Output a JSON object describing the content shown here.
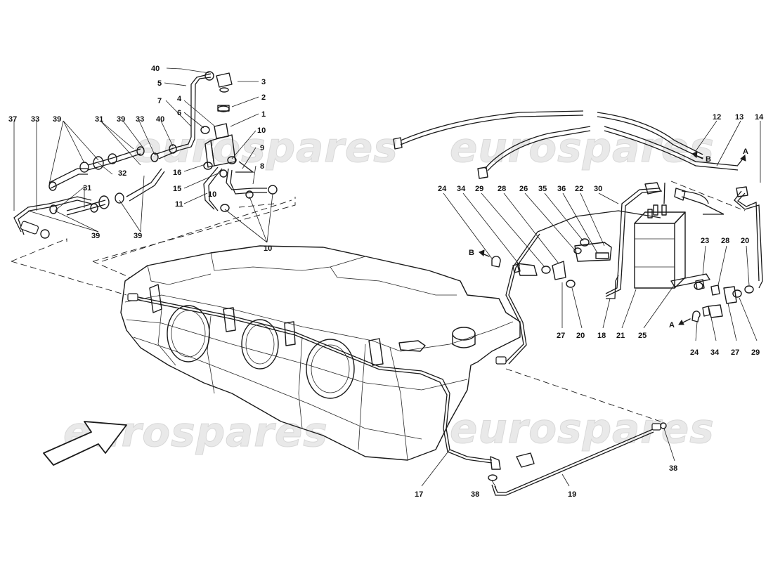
{
  "watermark": {
    "text": "eurospares",
    "color": "#e6e6e6"
  },
  "ref_labels": {
    "A": "A",
    "B": "B"
  },
  "callouts": [
    "40",
    "3",
    "2",
    "1",
    "5",
    "7",
    "4",
    "6",
    "37",
    "33",
    "39",
    "31",
    "39",
    "33",
    "40",
    "10",
    "9",
    "8",
    "16",
    "15",
    "10",
    "11",
    "10",
    "32",
    "31",
    "39",
    "39",
    "12",
    "13",
    "14",
    "24",
    "34",
    "29",
    "28",
    "26",
    "35",
    "36",
    "22",
    "30",
    "23",
    "28",
    "20",
    "27",
    "20",
    "18",
    "21",
    "25",
    "24",
    "34",
    "27",
    "29",
    "17",
    "38",
    "19",
    "38"
  ]
}
